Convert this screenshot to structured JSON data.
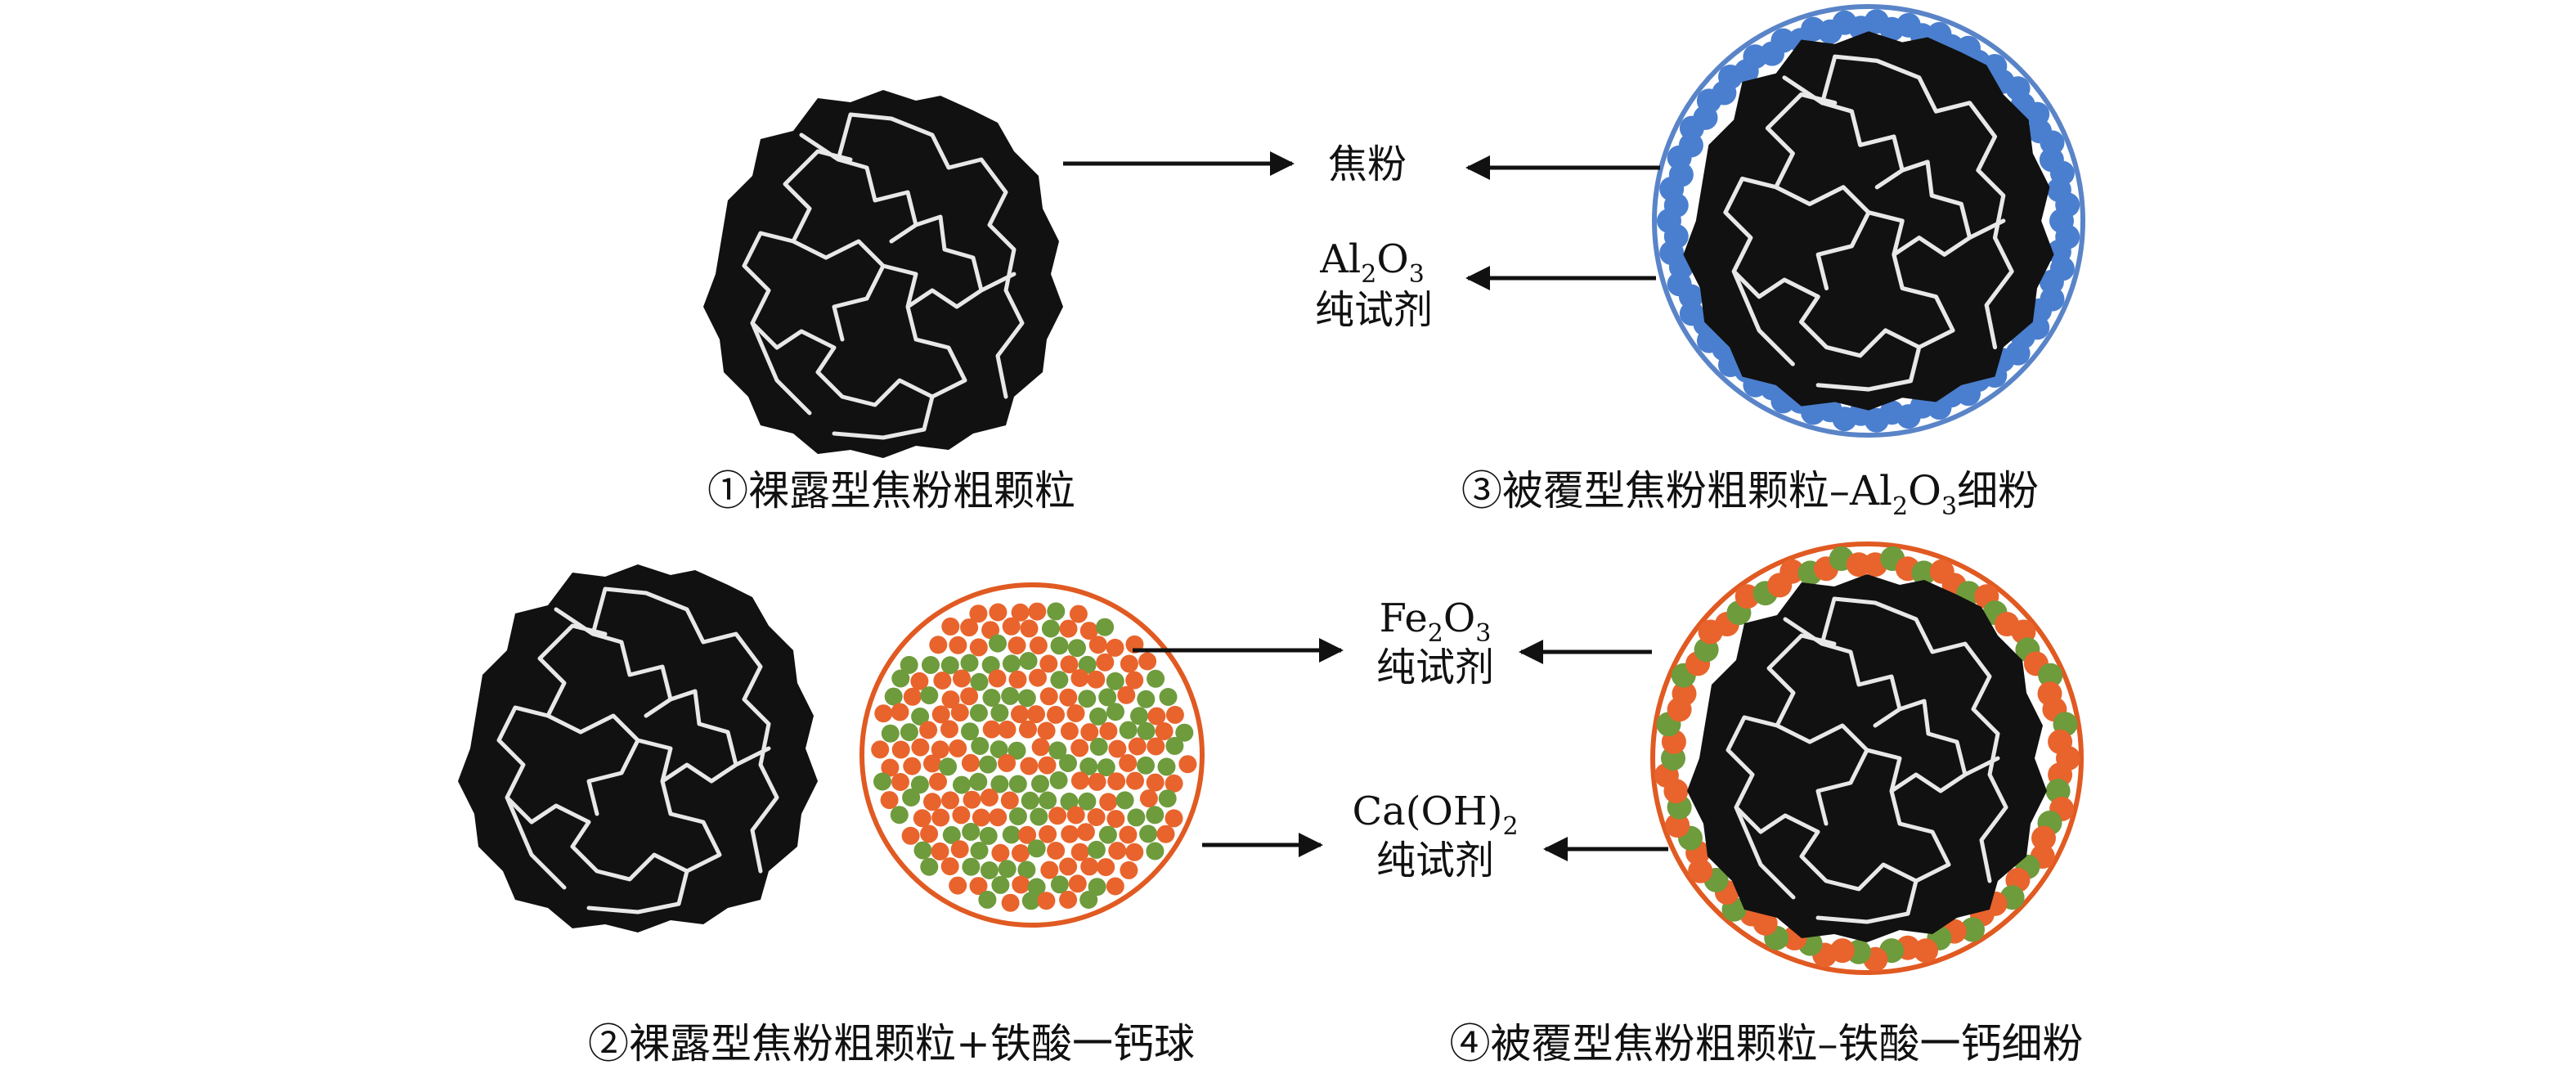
{
  "colors": {
    "coke": "#111111",
    "pore_line": "#e8e8e8",
    "al2o3_blue": "#4a7fcf",
    "shell_blue": "#5a84c8",
    "fe2o3_orange": "#e8642c",
    "caoh2_green": "#6e9b3c",
    "shell_orange": "#e05a22",
    "arrow": "#111111"
  },
  "labels": {
    "coke_powder": "焦粉",
    "al2o3": {
      "main": "Al",
      "s1": "2",
      "mid": "O",
      "s2": "3",
      "line2": "纯试剂"
    },
    "fe2o3": {
      "main": "Fe",
      "s1": "2",
      "mid": "O",
      "s2": "3",
      "line2": "纯试剂"
    },
    "caoh2": {
      "main": "Ca(OH)",
      "s1": "2",
      "line2": "纯试剂"
    }
  },
  "captions": {
    "c1": "①裸露型焦粉粗颗粒",
    "c2": "②裸露型焦粉粗颗粒+铁酸一钙球",
    "c3": {
      "pre": "③被覆型焦粉粗颗粒–Al",
      "s1": "2",
      "mid": "O",
      "s2": "3",
      "post": "细粉"
    },
    "c4": "④被覆型焦粉粗颗粒–铁酸一钙细粉"
  },
  "icons": {
    "coke_particle": "coke-particle-icon",
    "al_shell": "al2o3-coating-icon",
    "cf_ball": "calcium-ferrite-ball-icon",
    "cf_shell": "calcium-ferrite-coating-icon"
  }
}
